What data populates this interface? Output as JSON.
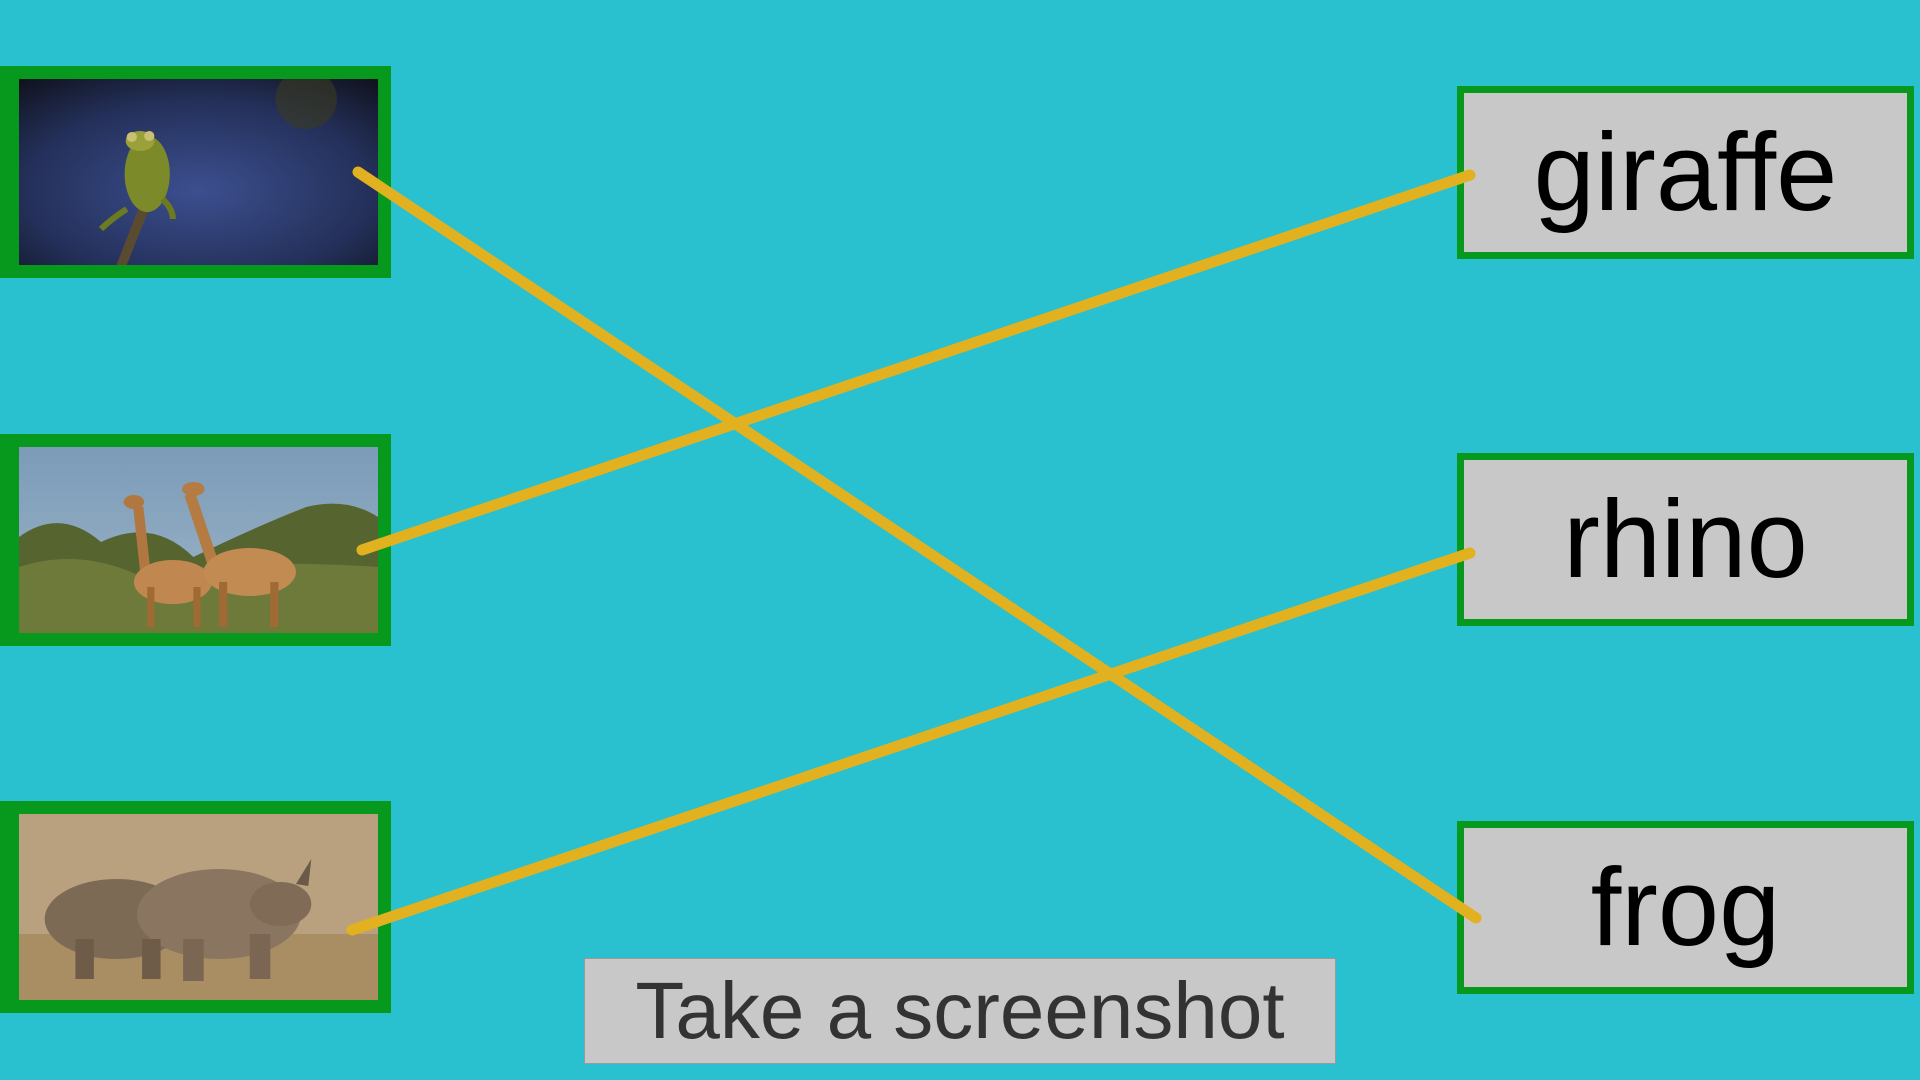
{
  "colors": {
    "background": "#29c0d0",
    "card_border": "#07981e",
    "word_bg": "#c8c8c8",
    "connector": "#e2b11f"
  },
  "images": [
    {
      "name": "frog-photo",
      "alt": "frog"
    },
    {
      "name": "giraffe-photo",
      "alt": "giraffe"
    },
    {
      "name": "rhino-photo",
      "alt": "rhino"
    }
  ],
  "words": [
    "giraffe",
    "rhino",
    "frog"
  ],
  "matches": [
    {
      "image": "frog",
      "word": "frog"
    },
    {
      "image": "giraffe",
      "word": "giraffe"
    },
    {
      "image": "rhino",
      "word": "rhino"
    }
  ],
  "button": {
    "label": "Take a screenshot"
  }
}
